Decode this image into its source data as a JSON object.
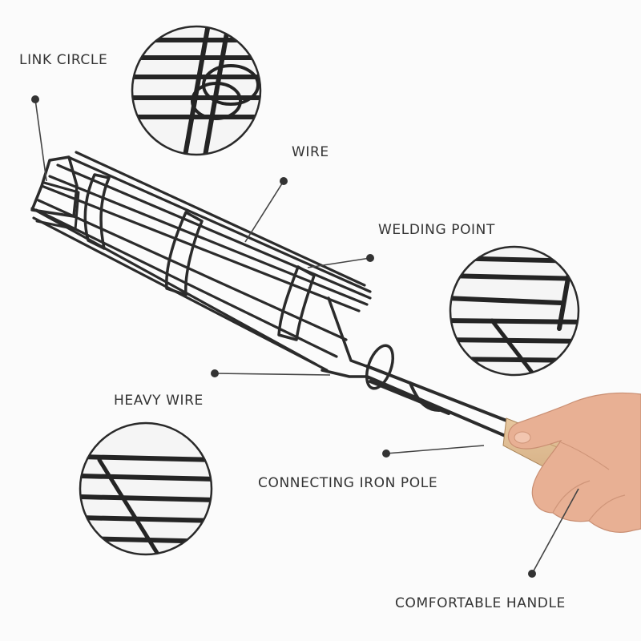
{
  "callouts": {
    "link_circle": "LINK CIRCLE",
    "wire": "WIRE",
    "welding_point": "WELDING POINT",
    "heavy_wire": "HEAVY WIRE",
    "connecting_iron_pole": "CONNECTING IRON POLE",
    "comfortable_handle": "COMFORTABLE HANDLE"
  },
  "colors": {
    "wire": "#2b2b2b",
    "leader_line": "#444444",
    "label_text": "#333333",
    "wood_handle": "#d9b48a",
    "skin": "#e8b094",
    "background": "#fbfbfb"
  }
}
